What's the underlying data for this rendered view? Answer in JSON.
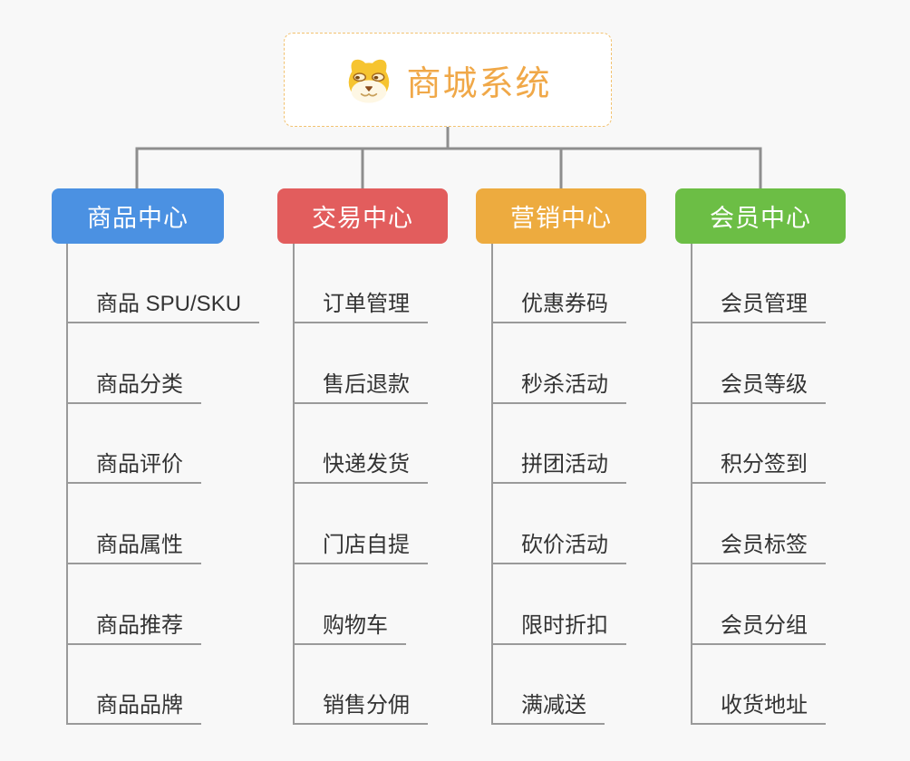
{
  "root": {
    "title": "商城系统",
    "icon": "shiba-dog-icon"
  },
  "branches": [
    {
      "label": "商品中心",
      "color": "#4b91e2",
      "items": [
        "商品 SPU/SKU",
        "商品分类",
        "商品评价",
        "商品属性",
        "商品推荐",
        "商品品牌"
      ]
    },
    {
      "label": "交易中心",
      "color": "#e25d5d",
      "items": [
        "订单管理",
        "售后退款",
        "快递发货",
        "门店自提",
        "购物车",
        "销售分佣"
      ]
    },
    {
      "label": "营销中心",
      "color": "#edab3f",
      "items": [
        "优惠券码",
        "秒杀活动",
        "拼团活动",
        "砍价活动",
        "限时折扣",
        "满减送"
      ]
    },
    {
      "label": "会员中心",
      "color": "#6cbe45",
      "items": [
        "会员管理",
        "会员等级",
        "积分签到",
        "会员标签",
        "会员分组",
        "收货地址"
      ]
    }
  ],
  "colors": {
    "background": "#f8f8f8",
    "connector": "#8e8e8e",
    "leaf_line": "#9a9a9a",
    "root_border": "#f2c270",
    "root_title": "#f0a848",
    "leaf_text": "#333333"
  }
}
